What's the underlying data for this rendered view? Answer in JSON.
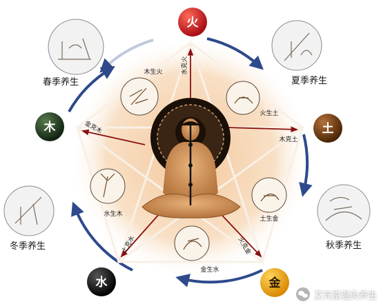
{
  "elements": {
    "fire": {
      "label": "火",
      "color": "#c8141c"
    },
    "earth": {
      "label": "土",
      "color": "#6b3a10"
    },
    "metal": {
      "label": "金",
      "color": "#f2a400"
    },
    "water": {
      "label": "水",
      "color": "#111111"
    },
    "wood": {
      "label": "木",
      "color": "#1f3a1c"
    }
  },
  "seasons": {
    "spring": "春季养生",
    "summer": "夏季养生",
    "autumn": "秋季养生",
    "winter": "冬季养生"
  },
  "generating": {
    "wood_fire": "木生火",
    "fire_earth": "火生土",
    "earth_metal": "土生金",
    "metal_water": "金生水",
    "water_wood": "水生木"
  },
  "controlling": {
    "water_fire": "水克火",
    "wood_earth": "木克土",
    "fire_metal": "火克金",
    "earth_water": "土克水",
    "metal_wood": "金克木"
  },
  "watermark": "艾元堂温灸养生",
  "colors": {
    "cycle_arrow": "#2e4a8c",
    "control_arrow": "#8a1010",
    "halo": "#f6d6b4"
  }
}
